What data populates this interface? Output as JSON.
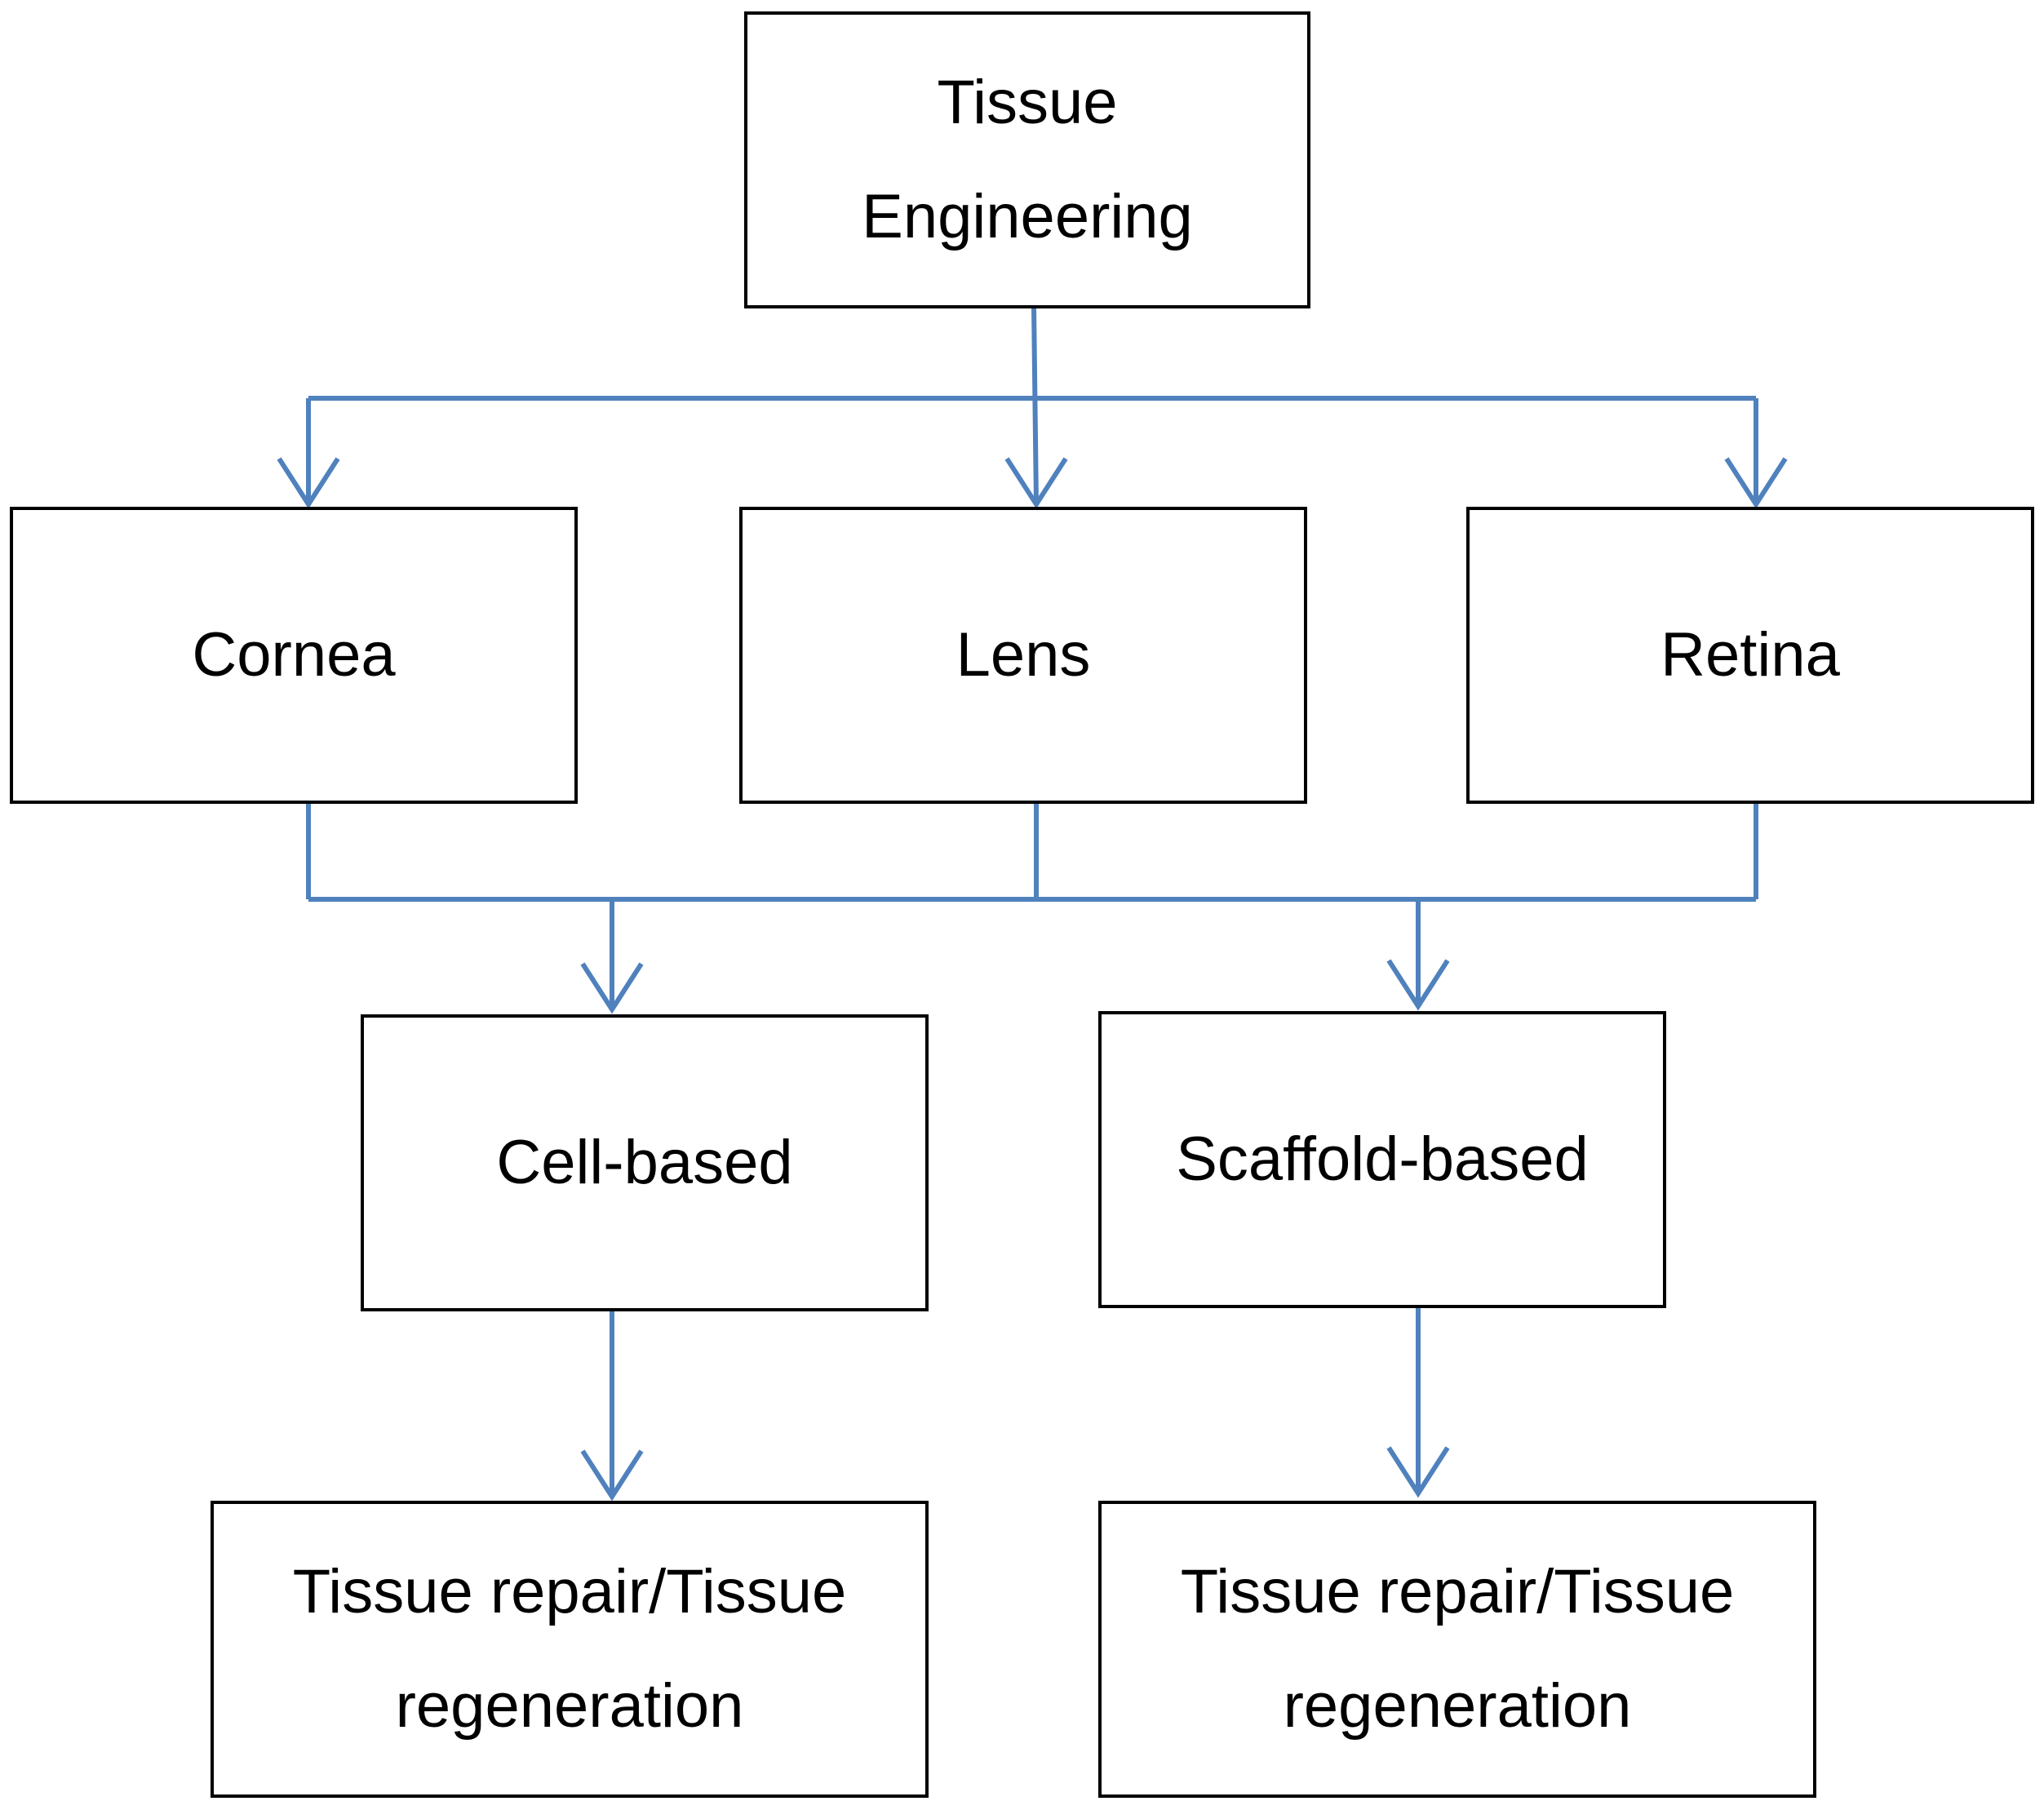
{
  "diagram": {
    "nodes": [
      {
        "id": "tissue-engineering",
        "lines": [
          "Tissue",
          "Engineering"
        ]
      },
      {
        "id": "cornea",
        "lines": [
          "Cornea"
        ]
      },
      {
        "id": "lens",
        "lines": [
          "Lens"
        ]
      },
      {
        "id": "retina",
        "lines": [
          "Retina"
        ]
      },
      {
        "id": "cell-based",
        "lines": [
          "Cell-based"
        ]
      },
      {
        "id": "scaffold-based",
        "lines": [
          "Scaffold-based"
        ]
      },
      {
        "id": "cell-outcome",
        "lines": [
          "Tissue repair/Tissue",
          "regeneration"
        ]
      },
      {
        "id": "scaffold-outcome",
        "lines": [
          "Tissue repair/Tissue",
          "regeneration"
        ]
      }
    ],
    "edges": [
      {
        "from": "tissue-engineering",
        "to": "cornea"
      },
      {
        "from": "tissue-engineering",
        "to": "lens"
      },
      {
        "from": "tissue-engineering",
        "to": "retina"
      },
      {
        "from": "cornea",
        "to": "cell-based"
      },
      {
        "from": "lens",
        "to": "cell-based"
      },
      {
        "from": "retina",
        "to": "cell-based"
      },
      {
        "from": "cornea",
        "to": "scaffold-based"
      },
      {
        "from": "lens",
        "to": "scaffold-based"
      },
      {
        "from": "retina",
        "to": "scaffold-based"
      },
      {
        "from": "cell-based",
        "to": "cell-outcome"
      },
      {
        "from": "scaffold-based",
        "to": "scaffold-outcome"
      }
    ],
    "colors": {
      "connector": "#4f81bd",
      "box_border": "#000000",
      "text": "#000000"
    }
  }
}
